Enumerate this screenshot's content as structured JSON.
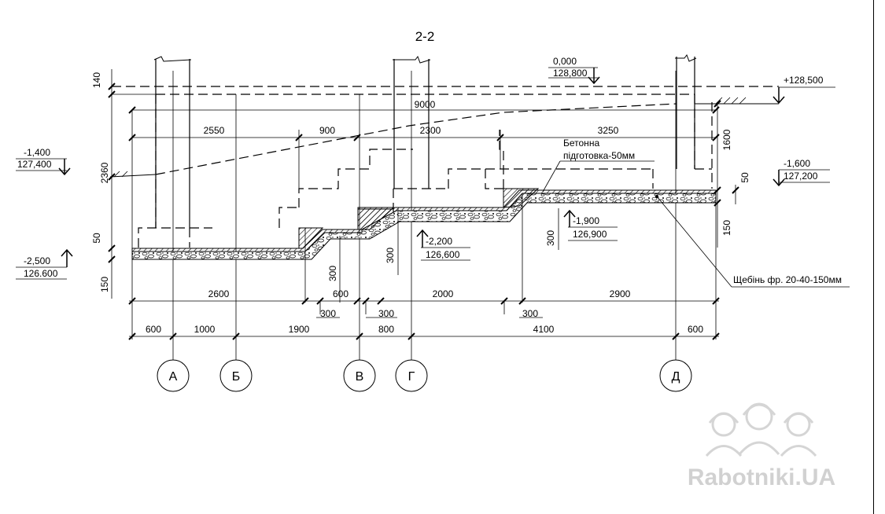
{
  "section_title": "2-2",
  "levels": {
    "top_rel": "0,000",
    "top_abs": "128,800",
    "ground_right": "+128,500",
    "left_upper_rel": "-1,400",
    "left_upper_abs": "127,400",
    "right_rel": "-1,600",
    "right_abs": "127,200",
    "left_bottom_rel": "-2,500",
    "left_bottom_abs": "126.600",
    "mid_rel": "-2,200",
    "mid_abs": "126,600",
    "step_rel": "-1,900",
    "step_abs": "126,900"
  },
  "notes": {
    "concrete_1": "Бетонна",
    "concrete_2": "підготовка-50мм",
    "gravel": "Щебінь фр. 20-40-150мм"
  },
  "top_dims": {
    "total": "9000",
    "d1": "2550",
    "d2": "900",
    "d3": "2300",
    "d4": "3250"
  },
  "vert_dims": {
    "v140": "140",
    "v2360": "2360",
    "v50_left": "50",
    "v150_left": "150",
    "v300_a": "300",
    "v300_b": "300",
    "v300_c": "300",
    "v1600": "1600",
    "v50_right": "50",
    "v150_right": "150"
  },
  "bottom_dims_1": {
    "d1": "2600",
    "d2": "600",
    "d3": "2000",
    "d4": "2900"
  },
  "small_dims": {
    "s1": "300",
    "s2": "300",
    "s3": "300"
  },
  "bottom_dims_2": {
    "d1": "600",
    "d2": "1000",
    "d3": "1900",
    "d4": "800",
    "d5": "4100",
    "d6": "600"
  },
  "axes": [
    "А",
    "Б",
    "В",
    "Г",
    "Д"
  ],
  "watermark": "Rabotniki.UA"
}
